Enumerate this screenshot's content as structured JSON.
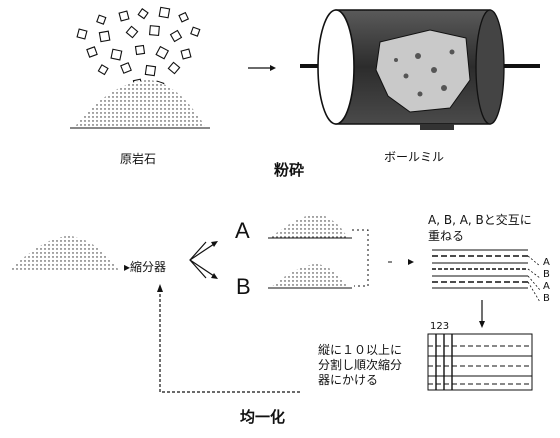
{
  "top_section": {
    "raw_ore_label": "原岩石",
    "ball_mill_label": "ボールミル",
    "stage_title": "粉砕"
  },
  "bottom_section": {
    "divider_label": "▸縮分器",
    "branch_a": "A",
    "branch_b": "B",
    "alternate_note_line1": "A, B, A, Bと交互に",
    "alternate_note_line2": "重ねる",
    "layer_labels": [
      "A",
      "B",
      "A",
      "B"
    ],
    "repeat_note_line1": "縦に１０以上に",
    "repeat_note_line2": "分割し順次縮分",
    "repeat_note_line3": "器にかける",
    "grid_label": "123",
    "stage_title": "均一化"
  }
}
